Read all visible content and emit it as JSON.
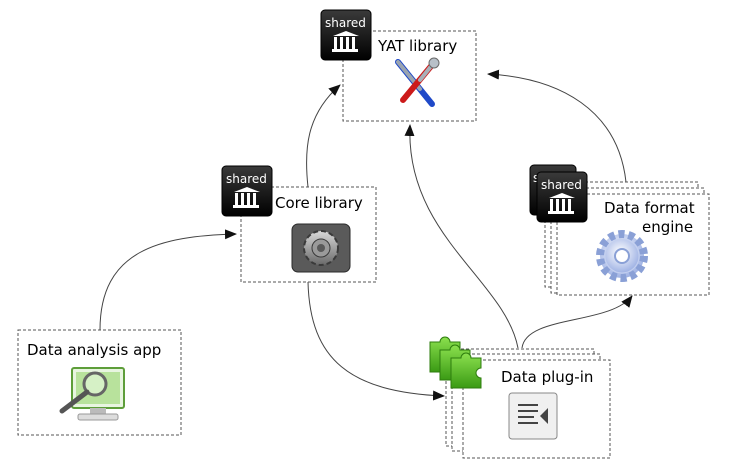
{
  "nodes": {
    "yat_library": {
      "label": "YAT library",
      "badge": "shared"
    },
    "core_library": {
      "label": "Core library",
      "badge": "shared"
    },
    "data_format_engine": {
      "label_line1": "Data format",
      "label_line2": "engine",
      "badge": "shared",
      "badge_back": "s"
    },
    "data_analysis_app": {
      "label": "Data analysis app"
    },
    "data_plugin": {
      "label": "Data plug-in"
    }
  },
  "icons": {
    "yat_library": "tools-icon",
    "core_library": "gear-settings-icon",
    "data_format_engine": "cog-icon",
    "data_analysis_app": "magnifier-computer-icon",
    "data_plugin": "document-list-icon",
    "shared_badge": "library-building-icon",
    "plugin_badge": "puzzle-piece-icon"
  },
  "edges": [
    {
      "from": "data_analysis_app",
      "to": "core_library"
    },
    {
      "from": "core_library",
      "to": "yat_library"
    },
    {
      "from": "core_library",
      "to": "data_plugin"
    },
    {
      "from": "data_plugin",
      "to": "yat_library"
    },
    {
      "from": "data_plugin",
      "to": "data_format_engine"
    },
    {
      "from": "data_format_engine",
      "to": "yat_library"
    }
  ],
  "colors": {
    "badge_bg": "#1a1a1a",
    "puzzle_green": "#5cc22a",
    "arrow": "#444444"
  }
}
